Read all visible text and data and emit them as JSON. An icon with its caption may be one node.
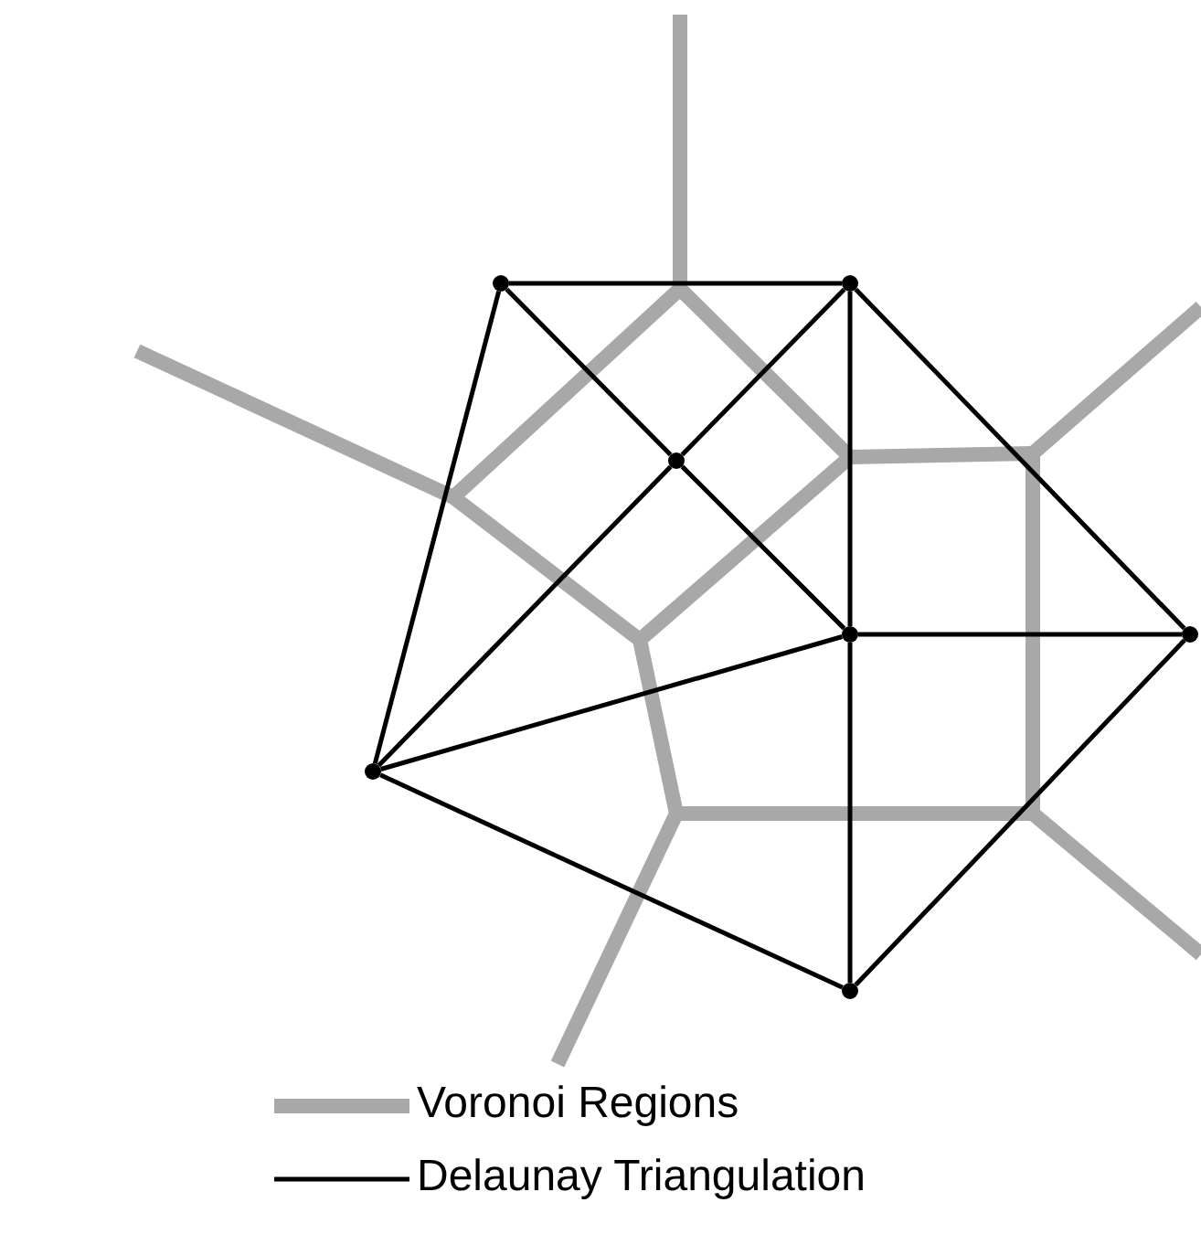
{
  "diagram": {
    "nodes": [
      {
        "text": [],
        "shape": "circle"
      },
      {
        "text": [],
        "shape": "circle"
      },
      {
        "text": [],
        "shape": "circle"
      },
      {
        "text": [],
        "shape": "circle"
      },
      {
        "text": [],
        "shape": "circle"
      },
      {
        "text": [],
        "shape": "circle"
      },
      {
        "text": [],
        "shape": "circle"
      }
    ],
    "edges": [
      {
        "from": 0,
        "to": 1,
        "arrow": "none"
      },
      {
        "from": 0,
        "to": 2,
        "arrow": "none"
      },
      {
        "from": 0,
        "to": 5,
        "arrow": "none"
      },
      {
        "from": 1,
        "to": 2,
        "arrow": "none"
      },
      {
        "from": 1,
        "to": 3,
        "arrow": "none"
      },
      {
        "from": 1,
        "to": 4,
        "arrow": "none"
      },
      {
        "from": 2,
        "to": 3,
        "arrow": "none"
      },
      {
        "from": 2,
        "to": 5,
        "arrow": "none"
      },
      {
        "from": 3,
        "to": 4,
        "arrow": "none"
      },
      {
        "from": 5,
        "to": 3,
        "arrow": "none"
      },
      {
        "from": 3,
        "to": 6,
        "arrow": "none"
      },
      {
        "from": 4,
        "to": 6,
        "arrow": "none"
      },
      {
        "from": 5,
        "to": 6,
        "arrow": "none"
      }
    ],
    "legend": [
      {
        "text": "Voronoi Regions"
      },
      {
        "text": "Delaunay Triangulation"
      }
    ]
  }
}
